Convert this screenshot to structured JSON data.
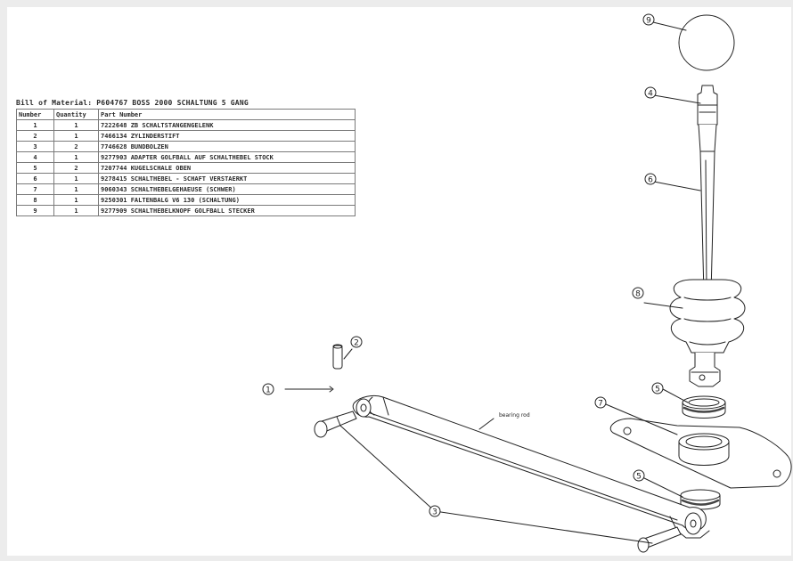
{
  "bom": {
    "title": "Bill of Material: P604767 BOSS 2000 SCHALTUNG 5 GANG",
    "headers": [
      "Number",
      "Quantity",
      "Part Number"
    ],
    "rows": [
      {
        "number": "1",
        "quantity": "1",
        "part": "7222648 ZB SCHALTSTANGENGELENK"
      },
      {
        "number": "2",
        "quantity": "1",
        "part": "7466134 ZYLINDERSTIFT"
      },
      {
        "number": "3",
        "quantity": "2",
        "part": "7746628 BUNDBOLZEN"
      },
      {
        "number": "4",
        "quantity": "1",
        "part": "9277903 ADAPTER GOLFBALL AUF SCHALTHEBEL STOCK"
      },
      {
        "number": "5",
        "quantity": "2",
        "part": "7207744 KUGELSCHALE OBEN"
      },
      {
        "number": "6",
        "quantity": "1",
        "part": "9278415 SCHALTHEBEL - SCHAFT VERSTAERKT"
      },
      {
        "number": "7",
        "quantity": "1",
        "part": "9060343 SCHALTHEBELGEHAEUSE (SCHWER)"
      },
      {
        "number": "8",
        "quantity": "1",
        "part": "9250301 FALTENBALG V6 130 (SCHALTUNG)"
      },
      {
        "number": "9",
        "quantity": "1",
        "part": "9277909 SCHALTHEBELKNOPF GOLFBALL STECKER"
      }
    ]
  },
  "callouts": {
    "c1": "1",
    "c2": "2",
    "c3": "3",
    "c5a": "5",
    "c5b": "5",
    "c6": "6",
    "c7": "7",
    "c8": "8",
    "c9": "9"
  },
  "bearing_note": "bearing rod",
  "colors": {
    "line": "#222222",
    "background": "#ffffff",
    "frame": "#ececec"
  }
}
